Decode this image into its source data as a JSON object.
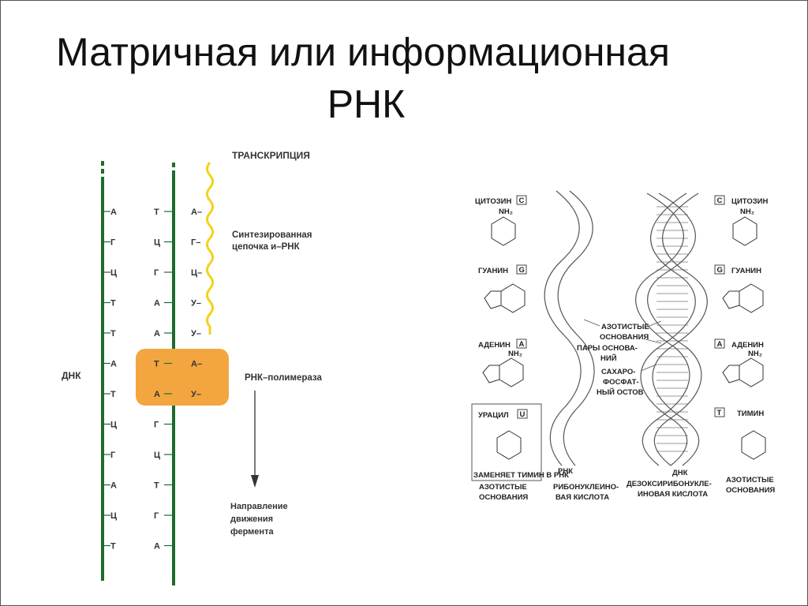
{
  "slide": {
    "title_line1": "Матричная или информационная",
    "title_line2": "РНК"
  },
  "transcription": {
    "heading": "ТРАНСКРИПЦИЯ",
    "synth_line1": "Синтезированная",
    "synth_line2": "цепочка и–РНК",
    "dna_label": "ДНК",
    "polymerase": "РНК–полимераза",
    "dir_line1": "Направление",
    "dir_line2": "движения",
    "dir_line3": "фермента",
    "left_bases": [
      "А",
      "Г",
      "Ц",
      "Т",
      "Т",
      "А",
      "Т",
      "Ц",
      "Г",
      "А",
      "Ц",
      "Т"
    ],
    "mid_bases": [
      "Т",
      "Ц",
      "Г",
      "А",
      "А",
      "Т",
      "А",
      "Г",
      "Ц",
      "Т",
      "Г",
      "А"
    ],
    "rna_bases": [
      "А–",
      "Г–",
      "Ц–",
      "У–",
      "У–",
      "А–",
      "У–"
    ],
    "colors": {
      "dna": "#1e6b2e",
      "rna": "#f2d21e",
      "polymerase": "#f3a640"
    }
  },
  "structure": {
    "left_bases": [
      {
        "name": "ЦИТОЗИН",
        "code": "C"
      },
      {
        "name": "ГУАНИН",
        "code": "G"
      },
      {
        "name": "АДЕНИН",
        "code": "A"
      },
      {
        "name": "УРАЦИЛ",
        "code": "U"
      }
    ],
    "right_bases": [
      {
        "name": "ЦИТОЗИН",
        "code": "C"
      },
      {
        "name": "ГУАНИН",
        "code": "G"
      },
      {
        "name": "АДЕНИН",
        "code": "A"
      },
      {
        "name": "ТИМИН",
        "code": "T"
      }
    ],
    "uracil_note": "ЗАМЕНЯЕТ ТИМИН В РНК",
    "nh2": "NH₂",
    "left_caption_line1": "АЗОТИСТЫЕ",
    "left_caption_line2": "ОСНОВАНИЯ",
    "right_caption_line1": "АЗОТИСТЫЕ",
    "right_caption_line2": "ОСНОВАНИЯ",
    "mid_labels": [
      "АЗОТИСТЫЕ",
      "ОСНОВАНИЯ",
      "ПАРЫ ОСНОВА-",
      "НИЙ",
      "САХАРО-",
      "ФОСФАТ-",
      "НЫЙ ОСТОВ"
    ],
    "rna_label": "РНК",
    "dna_label": "ДНК",
    "rna_caption_line1": "РИБОНУКЛЕИНО-",
    "rna_caption_line2": "ВАЯ КИСЛОТА",
    "dna_caption_line1": "ДЕЗОКСИРИБОНУКЛЕ-",
    "dna_caption_line2": "ИНОВАЯ КИСЛОТА"
  }
}
